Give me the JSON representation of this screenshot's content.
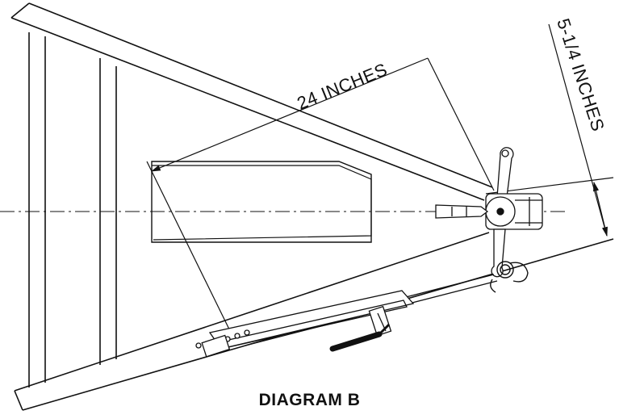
{
  "diagram": {
    "dimension_length": "24 INCHES",
    "dimension_offset": "5-1/4 INCHES",
    "caption": "DIAGRAM B"
  },
  "colors": {
    "line": "#111111",
    "background": "#ffffff"
  }
}
